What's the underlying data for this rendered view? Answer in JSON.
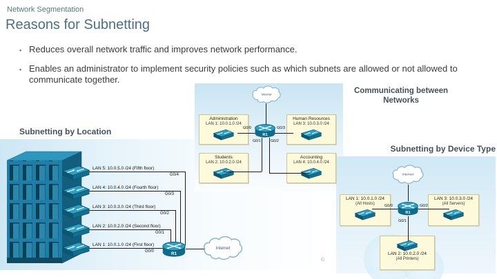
{
  "slide": {
    "kicker": "Network Segmentation",
    "title": "Reasons for Subnetting",
    "bullet_glyph": "▪",
    "bullets": [
      "Reduces overall network traffic and improves network performance.",
      "Enables an administrator to implement security policies such as which subnets are allowed or not allowed to communicate together."
    ],
    "copyright_mark": "©"
  },
  "captions": {
    "networks_line1": "Communicating between",
    "networks_line2": "Networks",
    "location": "Subnetting by Location",
    "device_type": "Subnetting by Device Type"
  },
  "net": {
    "cloud_label": "Internet",
    "router_label": "R1",
    "interfaces": {
      "left": "G0/0",
      "right": "G0/3",
      "bottom_left": "G0/1",
      "bottom_right": "G0/2"
    },
    "nodes": [
      {
        "title": "Administration",
        "subnet": "LAN 1: 10.0.1.0 /24"
      },
      {
        "title": "Human Resources",
        "subnet": "LAN 3: 10.0.3.0 /24"
      },
      {
        "title": "Students",
        "subnet": "LAN 2: 10.0.2.0 /24"
      },
      {
        "title": "Accounting",
        "subnet": "LAN 4: 10.0.4.0 /24"
      }
    ]
  },
  "loc": {
    "cloud_label": "Internet",
    "router_label": "R1",
    "floors": [
      {
        "label": "LAN 5: 10.0.5.0 /24 (Fifth floor)",
        "iface": "G0/4"
      },
      {
        "label": "LAN 4: 10.0.4.0 /24 (Fourth floor)",
        "iface": "G0/3"
      },
      {
        "label": "LAN 3: 10.0.3.0 /24 (Third floor)",
        "iface": "G0/2"
      },
      {
        "label": "LAN 2: 10.0.2.0 /24 (Second floor)",
        "iface": "G0/1"
      },
      {
        "label": "LAN 1: 10.0.1.0 /24 (First floor)",
        "iface": "G0/0"
      }
    ]
  },
  "dev": {
    "cloud_label": "Internet",
    "router_label": "R1",
    "interfaces": {
      "left": "G0/0",
      "right": "G0/2",
      "bottom": "G0/1"
    },
    "nodes": [
      {
        "subnet": "LAN 1: 10.0.1.0 /24",
        "role": "(All Hosts)"
      },
      {
        "subnet": "LAN 3: 10.0.3.0 /24",
        "role": "(All Servers)"
      },
      {
        "subnet": "LAN 2: 10.0.2.0 /24",
        "role": "(All Printers)"
      }
    ]
  },
  "colors": {
    "title_blue": "#4a7086",
    "kicker_teal": "#56797c",
    "panel_blue": "#cfe9f6",
    "node_box_yellow": "#fcfadb",
    "device_teal": "#2fa0c4",
    "device_teal_dark": "#11708f",
    "line_black": "#1b1b1b"
  }
}
